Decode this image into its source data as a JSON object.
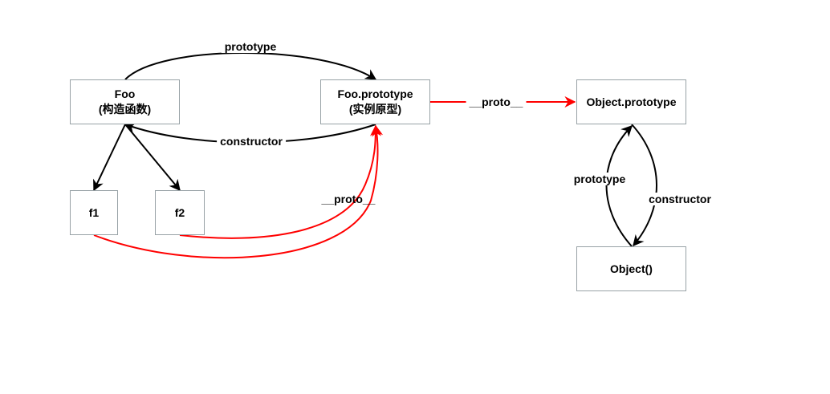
{
  "diagram": {
    "title": "JavaScript prototype chain",
    "colors": {
      "black_edge": "#000000",
      "red_edge": "#ff0000",
      "node_border": "#98a2a6"
    },
    "nodes": {
      "foo": {
        "line1": "Foo",
        "line2": "(构造函数)"
      },
      "foo_prototype": {
        "line1": "Foo.prototype",
        "line2": "(实例原型)"
      },
      "f1": {
        "line1": "f1"
      },
      "f2": {
        "line1": "f2"
      },
      "object_prototype": {
        "line1": "Object.prototype"
      },
      "object": {
        "line1": "Object()"
      }
    },
    "edges": {
      "foo_to_prototype": "prototype",
      "prototype_to_foo": "constructor",
      "instances_proto": "__proto__",
      "fooproto_to_objproto": "__proto__",
      "object_to_objproto": "prototype",
      "objproto_to_object": "constructor"
    }
  }
}
